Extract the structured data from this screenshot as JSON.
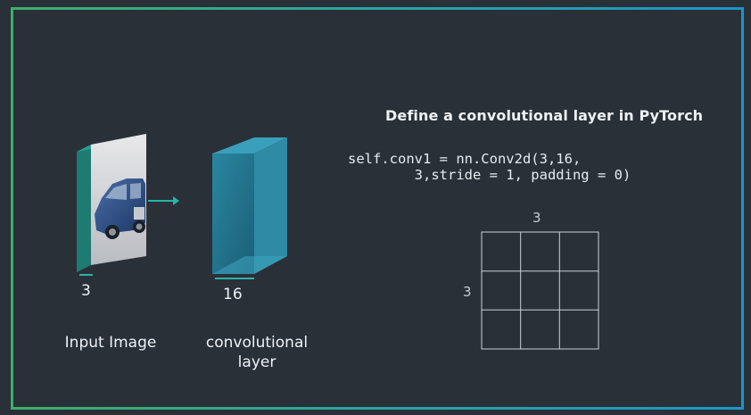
{
  "heading": "Define a convolutional layer in PyTorch",
  "code": {
    "line1": "self.conv1 = nn.Conv2d(3,16,",
    "line2": "        3,stride = 1, padding = 0)"
  },
  "input": {
    "depth_label": "3",
    "caption": "Input Image"
  },
  "conv_layer": {
    "depth_label": "16",
    "caption_line1": "convolutional",
    "caption_line2": "layer"
  },
  "kernel": {
    "width_label": "3",
    "height_label": "3",
    "rows": 3,
    "cols": 3
  },
  "colors": {
    "background": "#2a3038",
    "border_start": "#3fae6a",
    "border_end": "#1a96c8",
    "layer_front": "#1f6f88",
    "accent_teal": "#2bb3a8",
    "grid_line": "#c9d0d6"
  },
  "icons": [
    "car-photo",
    "arrow-right-icon"
  ]
}
